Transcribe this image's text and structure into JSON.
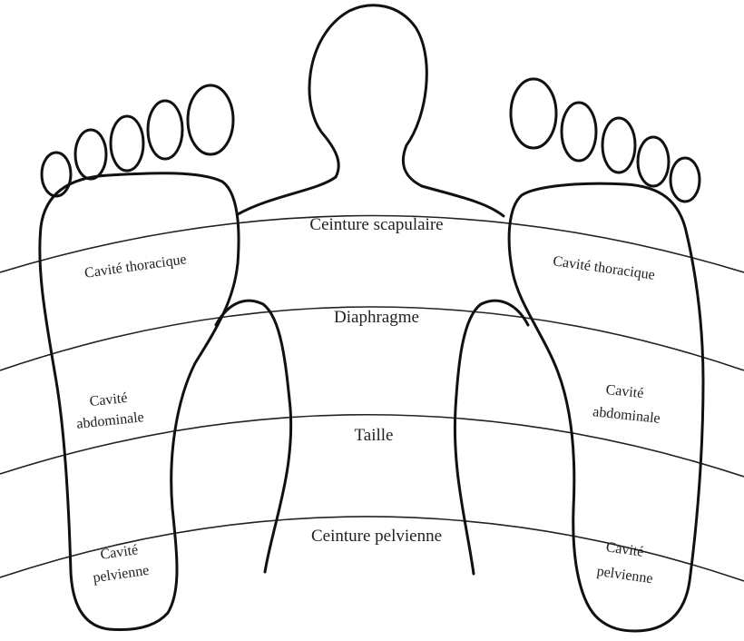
{
  "levels": {
    "shoulder": "Ceinture scapulaire",
    "diaphragm": "Diaphragme",
    "waist": "Taille",
    "pelvic": "Ceinture pelvienne"
  },
  "left_foot": {
    "thoracic": "Cavité thoracique",
    "abdominal_1": "Cavité",
    "abdominal_2": "abdominale",
    "pelvic_1": "Cavité",
    "pelvic_2": "pelvienne"
  },
  "right_foot": {
    "thoracic": "Cavité thoracique",
    "abdominal_1": "Cavité",
    "abdominal_2": "abdominale",
    "pelvic_1": "Cavité",
    "pelvic_2": "pelvienne"
  }
}
